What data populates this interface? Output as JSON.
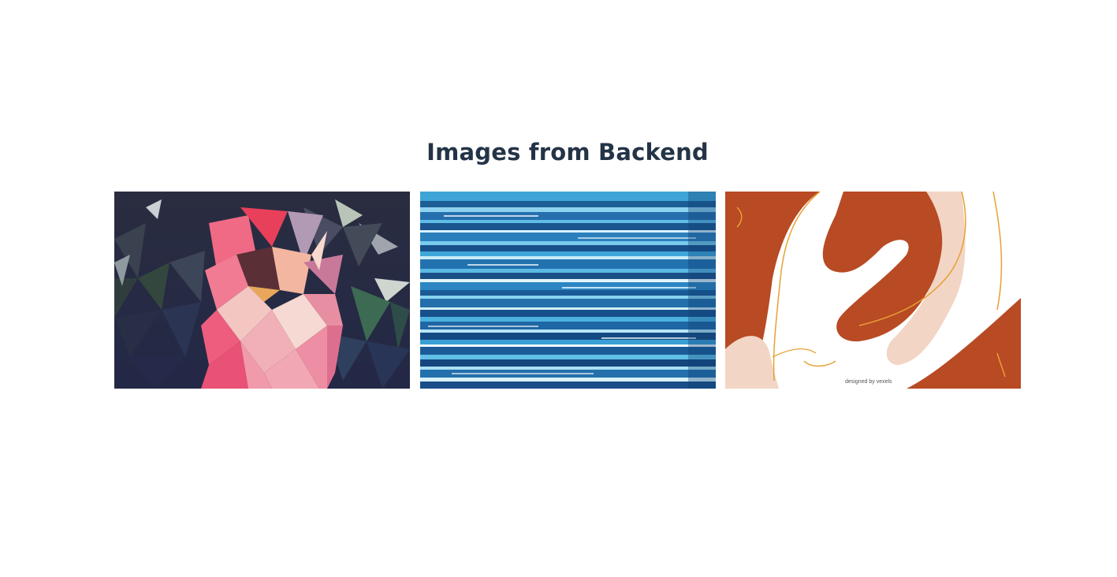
{
  "page": {
    "title": "Images from Backend"
  },
  "images": [
    {
      "subject": "low-poly-geometric-rose"
    },
    {
      "subject": "blue-speed-light-streaks"
    },
    {
      "subject": "abstract-orange-wave-shapes",
      "watermark": "designed by vexels"
    }
  ],
  "colors": {
    "title": "#243447",
    "background": "#ffffff"
  }
}
